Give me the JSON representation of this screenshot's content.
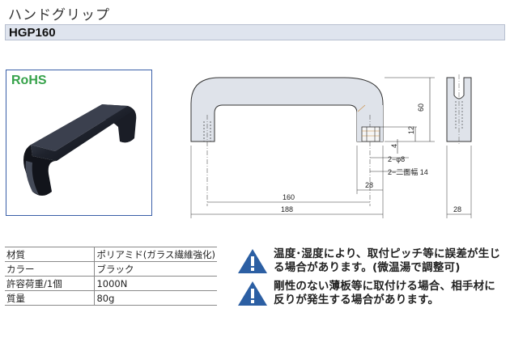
{
  "header": {
    "title": "ハンドグリップ",
    "model": "HGP160"
  },
  "photo": {
    "badge": "RoHS"
  },
  "dimensions": {
    "d160": "160",
    "d188": "188",
    "d28_slot": "28",
    "d28_side": "28",
    "d60": "60",
    "d12": "12",
    "d4": "4",
    "hole": "2−φ8",
    "counterbore": "2−二面幅 14"
  },
  "specs": [
    {
      "key": "材質",
      "value": "ポリアミド(ガラス繊維強化)"
    },
    {
      "key": "カラー",
      "value": "ブラック"
    },
    {
      "key": "許容荷重/1個",
      "value": "1000N"
    },
    {
      "key": "質量",
      "value": "80g"
    }
  ],
  "notes": [
    "温度･湿度により、取付ピッチ等に誤差が生じる場合があります。(微温湯で調整可)",
    "剛性のない薄板等に取付ける場合、相手材に反りが発生する場合があります。"
  ],
  "colors": {
    "model_bar": "#dfe4ee",
    "warning": "#2c5fa3",
    "rohs": "#36a24a",
    "photo_border": "#3a5fa8"
  }
}
